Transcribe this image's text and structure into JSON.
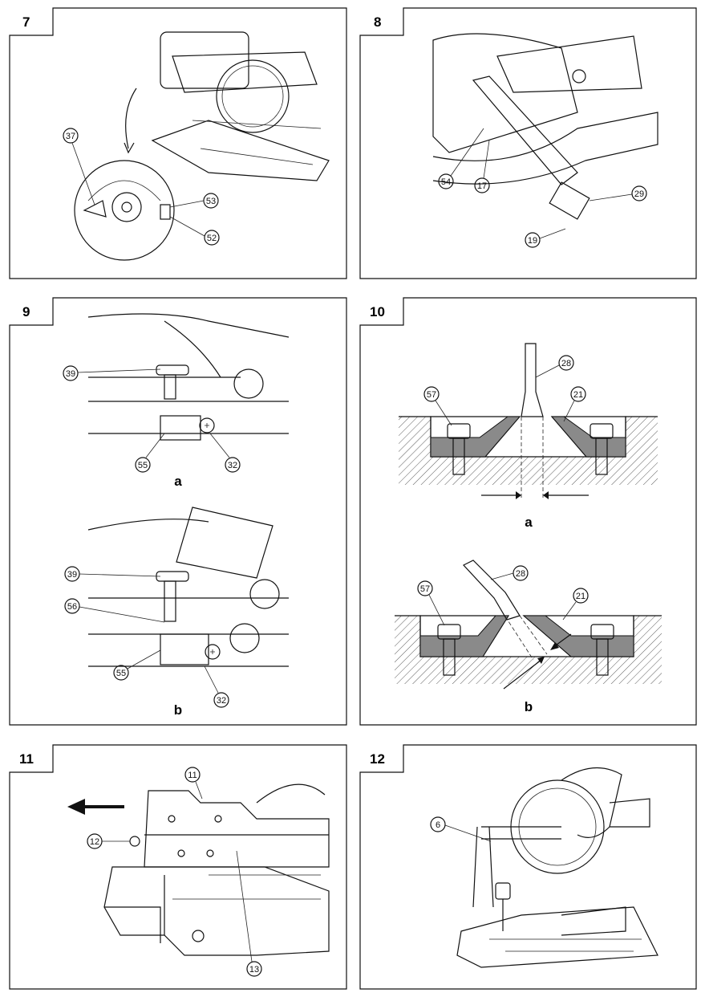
{
  "panels": [
    {
      "number": "7",
      "callouts": [
        "37",
        "53",
        "52"
      ]
    },
    {
      "number": "8",
      "callouts": [
        "54",
        "17",
        "29",
        "19"
      ]
    },
    {
      "number": "9",
      "callouts": [
        "39",
        "55",
        "32",
        "39",
        "56",
        "55",
        "32"
      ],
      "sublabels": [
        "a",
        "b"
      ]
    },
    {
      "number": "10",
      "callouts": [
        "28",
        "57",
        "21",
        "28",
        "57",
        "21"
      ],
      "sublabels": [
        "a",
        "b"
      ]
    },
    {
      "number": "11",
      "callouts": [
        "11",
        "12",
        "13"
      ]
    },
    {
      "number": "12",
      "callouts": [
        "6"
      ]
    }
  ],
  "colors": {
    "line": "#111111",
    "insert_fill": "#8a8a8a",
    "background": "#ffffff"
  }
}
